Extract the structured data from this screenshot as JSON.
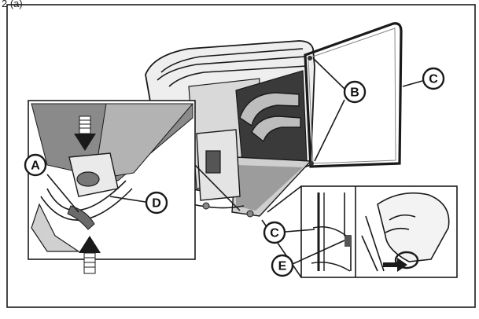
{
  "header_fragment": "2 (a)",
  "callouts": {
    "A": "A",
    "B": "B",
    "C": "C",
    "D": "D",
    "E": "E"
  },
  "colors": {
    "line": "#1a1a1a",
    "fabric_dark": "#8a8a8a",
    "fabric_light": "#b3b3b3",
    "background": "#ffffff"
  }
}
